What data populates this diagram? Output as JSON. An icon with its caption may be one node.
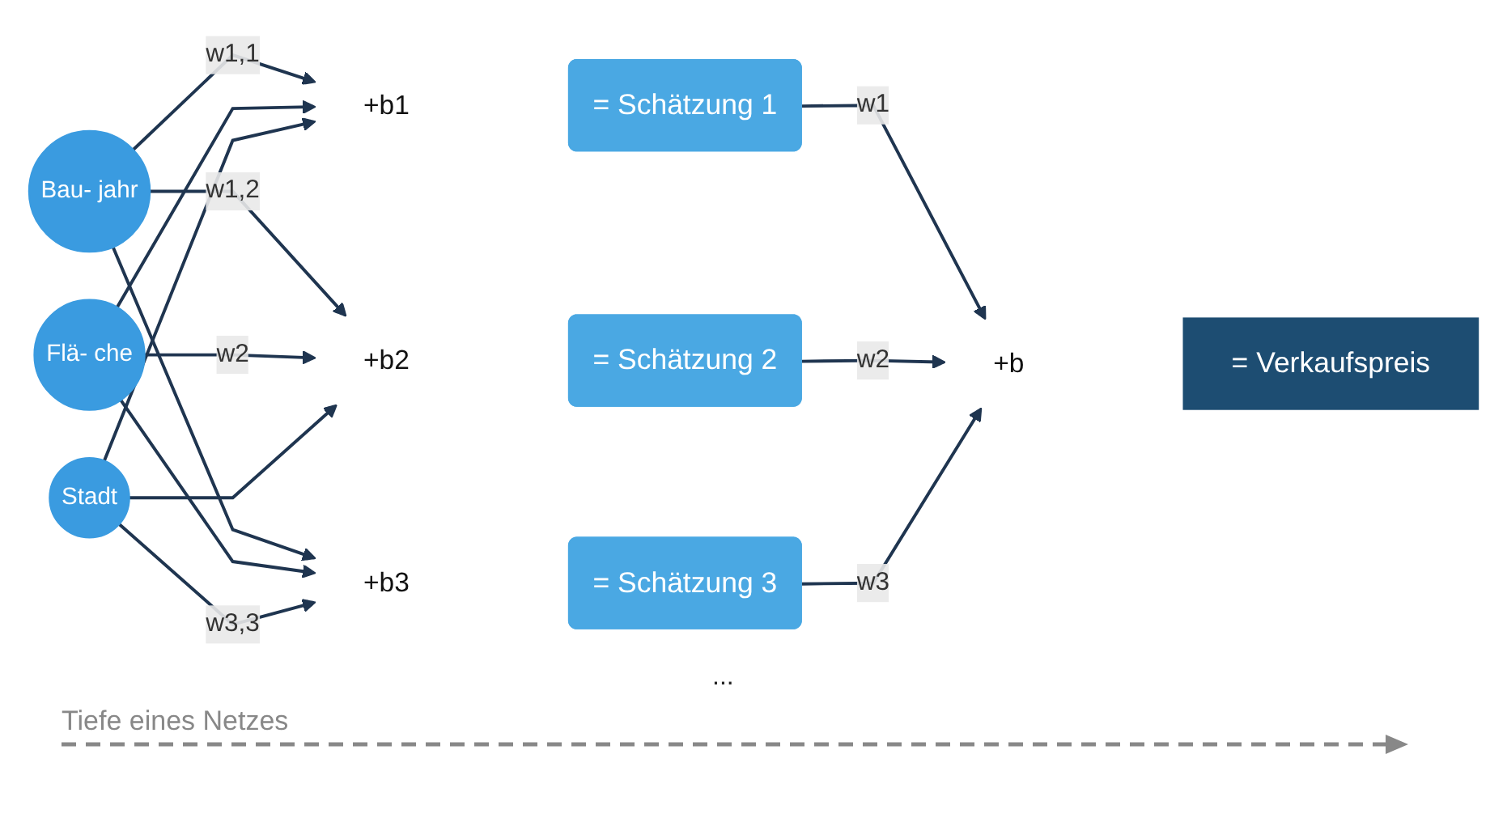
{
  "diagram": {
    "nodes": [
      {
        "text": [
          "Bau- jahr"
        ]
      },
      {
        "text": [
          "Flä- che"
        ]
      },
      {
        "text": [
          "Stadt"
        ]
      },
      {
        "text": [
          "+b1"
        ]
      },
      {
        "text": [
          "= Schätzung 1"
        ]
      },
      {
        "text": [
          "+b2"
        ]
      },
      {
        "text": [
          "= Schätzung 2"
        ]
      },
      {
        "text": [
          "+b3"
        ]
      },
      {
        "text": [
          "= Schätzung 3"
        ]
      },
      {
        "text": [
          "+b"
        ]
      },
      {
        "text": [
          "= Verkaufspreis"
        ]
      }
    ],
    "edges": [
      {
        "from": 0,
        "to": 3,
        "arrow": "to",
        "label": "w1,1"
      },
      {
        "from": 0,
        "to": 5,
        "arrow": "to",
        "label": "w1,2"
      },
      {
        "from": 0,
        "to": 7,
        "arrow": "to"
      },
      {
        "from": 1,
        "to": 3,
        "arrow": "to"
      },
      {
        "from": 1,
        "to": 5,
        "arrow": "to",
        "label": "w2"
      },
      {
        "from": 1,
        "to": 7,
        "arrow": "to"
      },
      {
        "from": 2,
        "to": 3,
        "arrow": "to"
      },
      {
        "from": 2,
        "to": 5,
        "arrow": "to"
      },
      {
        "from": 2,
        "to": 7,
        "arrow": "to",
        "label": "w3,3"
      },
      {
        "from": 4,
        "to": 9,
        "arrow": "to",
        "label": "w1"
      },
      {
        "from": 6,
        "to": 9,
        "arrow": "to",
        "label": "w2"
      },
      {
        "from": 8,
        "to": 9,
        "arrow": "to",
        "label": "w3"
      }
    ],
    "labels": [
      "...",
      "Tiefe eines Netzes"
    ]
  }
}
